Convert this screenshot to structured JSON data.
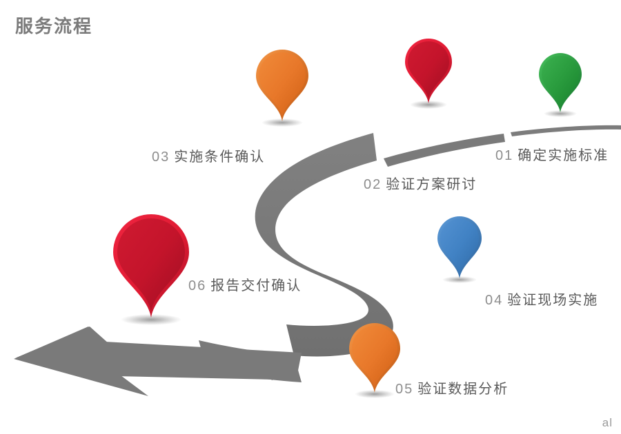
{
  "title": "服务流程",
  "watermark": "al",
  "colors": {
    "road": "#787878",
    "road_dark": "#6e6e6e",
    "title_text": "#7b7b7b",
    "label_number": "#8d8d8d",
    "label_text": "#595959",
    "pin_green": "#2a9c3e",
    "pin_green_dark": "#19862f",
    "pin_red": "#c4142b",
    "pin_red_light": "#e01b33",
    "pin_orange": "#e8782a",
    "pin_orange_dark": "#d8661c",
    "pin_blue": "#4182c4",
    "pin_blue_dark": "#3270ad"
  },
  "flow": {
    "direction": "right-to-left S-curve road with left-pointing arrow",
    "steps": [
      {
        "id": "step-01",
        "number": "01",
        "text": "确定实施标准",
        "pin_color_name": "green",
        "pin_color": "#2a9c3e",
        "pin_size": "small"
      },
      {
        "id": "step-02",
        "number": "02",
        "text": "验证方案研讨",
        "pin_color_name": "red",
        "pin_color": "#c4142b",
        "pin_size": "medium"
      },
      {
        "id": "step-03",
        "number": "03",
        "text": "实施条件确认",
        "pin_color_name": "orange",
        "pin_color": "#e8782a",
        "pin_size": "medium"
      },
      {
        "id": "step-04",
        "number": "04",
        "text": "验证现场实施",
        "pin_color_name": "blue",
        "pin_color": "#4182c4",
        "pin_size": "small"
      },
      {
        "id": "step-05",
        "number": "05",
        "text": "验证数据分析",
        "pin_color_name": "orange",
        "pin_color": "#e8782a",
        "pin_size": "medium"
      },
      {
        "id": "step-06",
        "number": "06",
        "text": "报告交付确认",
        "pin_color_name": "red",
        "pin_color": "#c4142b",
        "pin_size": "large"
      }
    ]
  }
}
